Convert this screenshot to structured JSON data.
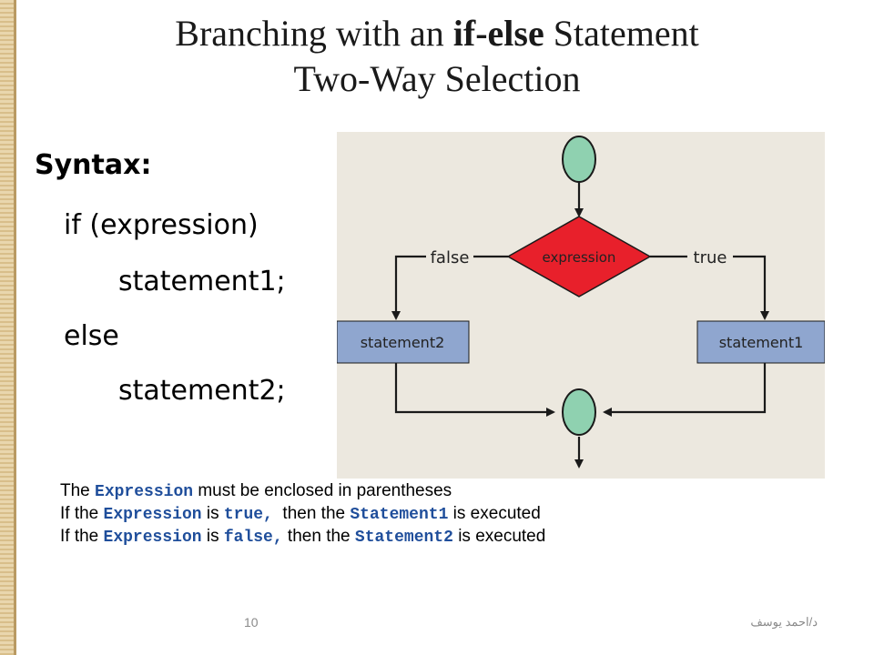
{
  "title": {
    "prefix": "Branching with an ",
    "keyword": "if-else",
    "suffix": " Statement",
    "line2": "Two-Way Selection"
  },
  "syntax": {
    "heading": "Syntax:",
    "lines": [
      "if (expression)",
      "statement1;",
      "else",
      "statement2;"
    ]
  },
  "diagram": {
    "decision_label": "expression",
    "false_label": "false",
    "true_label": "true",
    "left_box": "statement2",
    "right_box": "statement1",
    "colors": {
      "background": "#ece8df",
      "terminal": "#8fd1b0",
      "decision": "#e8202b",
      "box": "#8fa6cf",
      "line": "#1a1a1a"
    }
  },
  "notes": [
    {
      "parts": [
        {
          "text": "The ",
          "code": false
        },
        {
          "text": "Expression",
          "code": true
        },
        {
          "text": " must be enclosed in parentheses",
          "code": false
        }
      ]
    },
    {
      "parts": [
        {
          "text": "If the ",
          "code": false
        },
        {
          "text": "Expression",
          "code": true
        },
        {
          "text": " is ",
          "code": false
        },
        {
          "text": "true,",
          "code": true
        },
        {
          "text": "  then the ",
          "code": false
        },
        {
          "text": "Statement1",
          "code": true
        },
        {
          "text": " is executed",
          "code": false
        }
      ]
    },
    {
      "parts": [
        {
          "text": "If the ",
          "code": false
        },
        {
          "text": "Expression",
          "code": true
        },
        {
          "text": " is ",
          "code": false
        },
        {
          "text": "false,",
          "code": true
        },
        {
          "text": " then the ",
          "code": false
        },
        {
          "text": "Statement2",
          "code": true
        },
        {
          "text": " is executed",
          "code": false
        }
      ]
    }
  ],
  "footer": {
    "page_number": "10",
    "author": "د/احمد يوسف"
  }
}
